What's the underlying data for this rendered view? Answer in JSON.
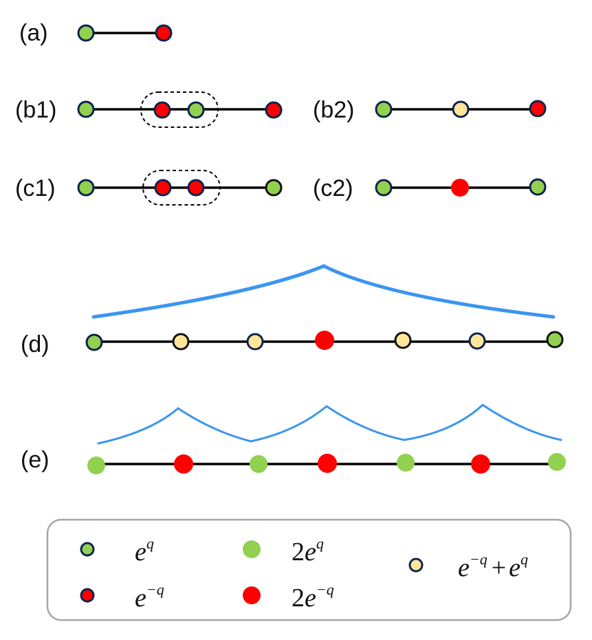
{
  "panels": [
    {
      "label": "(a)"
    },
    {
      "label": "(b1)"
    },
    {
      "label": "(b2)"
    },
    {
      "label": "(c1)"
    },
    {
      "label": "(c2)"
    },
    {
      "label": "(d)"
    },
    {
      "label": "(e)"
    }
  ],
  "colors": {
    "green": "#92d050",
    "red": "#ff0000",
    "yellow": "#ffe699",
    "outline": "#0d2350",
    "line": "#000000",
    "arc": "#3b95f0",
    "legend_border": "#a6a6a6"
  },
  "legend": {
    "items": [
      {
        "style": "green-outlined",
        "base": "e",
        "exp": "q",
        "coef": ""
      },
      {
        "style": "red-outlined",
        "base": "e",
        "exp": "−q",
        "coef": ""
      },
      {
        "style": "green-filled",
        "base": "e",
        "exp": "q",
        "coef": "2"
      },
      {
        "style": "red-filled",
        "base": "e",
        "exp": "−q",
        "coef": "2"
      },
      {
        "style": "yellow-outlined",
        "expr": "e^{−q} + e^{q}"
      }
    ],
    "expr_parts": {
      "e1": "e",
      "exp1": "−q",
      "plus": "+",
      "e2": "e",
      "exp2": "q"
    }
  }
}
